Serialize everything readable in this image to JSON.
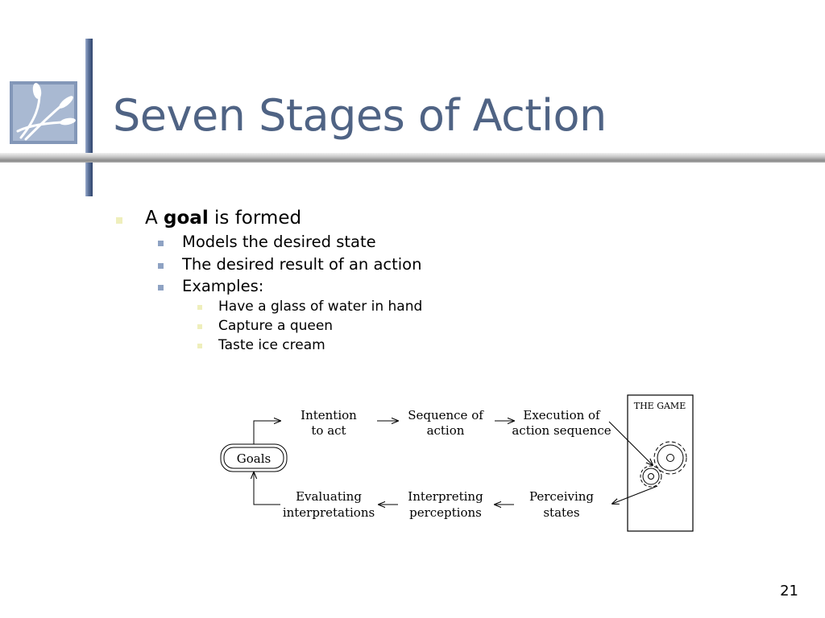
{
  "slide": {
    "title": "Seven Stages of Action",
    "page_number": "21"
  },
  "bullets": {
    "level1": {
      "prefix": "A ",
      "bold": "goal",
      "suffix": " is formed"
    },
    "level2": [
      "Models the desired state",
      "The desired result of an action",
      "Examples:"
    ],
    "level3": [
      "Have a glass of water in hand",
      "Capture a queen",
      "Taste ice cream"
    ]
  },
  "diagram": {
    "goals": "Goals",
    "intention": [
      "Intention",
      "to act"
    ],
    "sequence": [
      "Sequence of",
      "action"
    ],
    "execution": [
      "Execution of",
      "action sequence"
    ],
    "evaluating": [
      "Evaluating",
      "interpretations"
    ],
    "interpreting": [
      "Interpreting",
      "perceptions"
    ],
    "perceiving": [
      "Perceiving",
      "states"
    ],
    "game_label": "THE GAME"
  },
  "colors": {
    "title": "#4f6384",
    "bullet_level1": "#efefbc",
    "bullet_level2": "#8ea2c3",
    "bullet_level3": "#efefbc"
  },
  "icons": {
    "logo": "quill-pens-logo",
    "gears": "gears-icon"
  }
}
